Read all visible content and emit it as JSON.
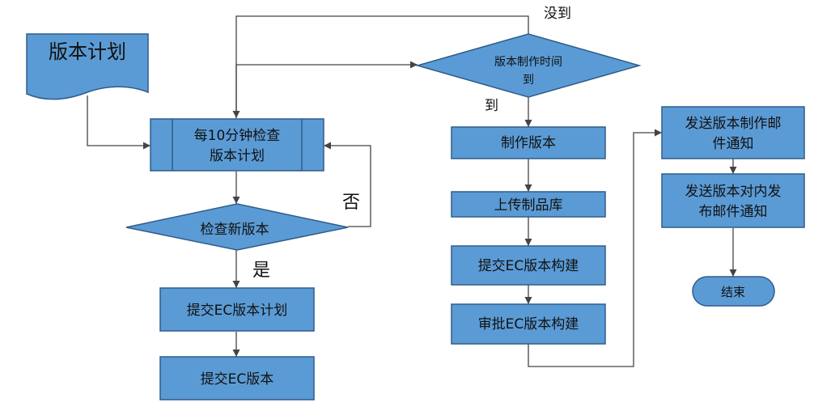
{
  "colors": {
    "box_fill": "#5B9BD5",
    "box_stroke": "#2F5C8A",
    "line": "#444444",
    "text": "#111111"
  },
  "nodes": {
    "plan_doc": "版本计划",
    "check_plan_line1": "每10分钟检查",
    "check_plan_line2": "版本计划",
    "check_new_version": "检查新版本",
    "submit_ec_plan": "提交EC版本计划",
    "submit_ec_version": "提交EC版本",
    "make_time_line1": "版本制作时间",
    "make_time_line2": "到",
    "make_version": "制作版本",
    "upload_repo": "上传制品库",
    "submit_ec_build": "提交EC版本构建",
    "approve_ec_build": "审批EC版本构建",
    "send_mail_line1": "发送版本制作邮",
    "send_mail_line2": "件通知",
    "release_mail_line1": "发送版本对内发",
    "release_mail_line2": "布邮件通知",
    "end": "结束"
  },
  "edges": {
    "not_arrived": "没到",
    "arrived": "到",
    "no": "否",
    "yes": "是"
  }
}
